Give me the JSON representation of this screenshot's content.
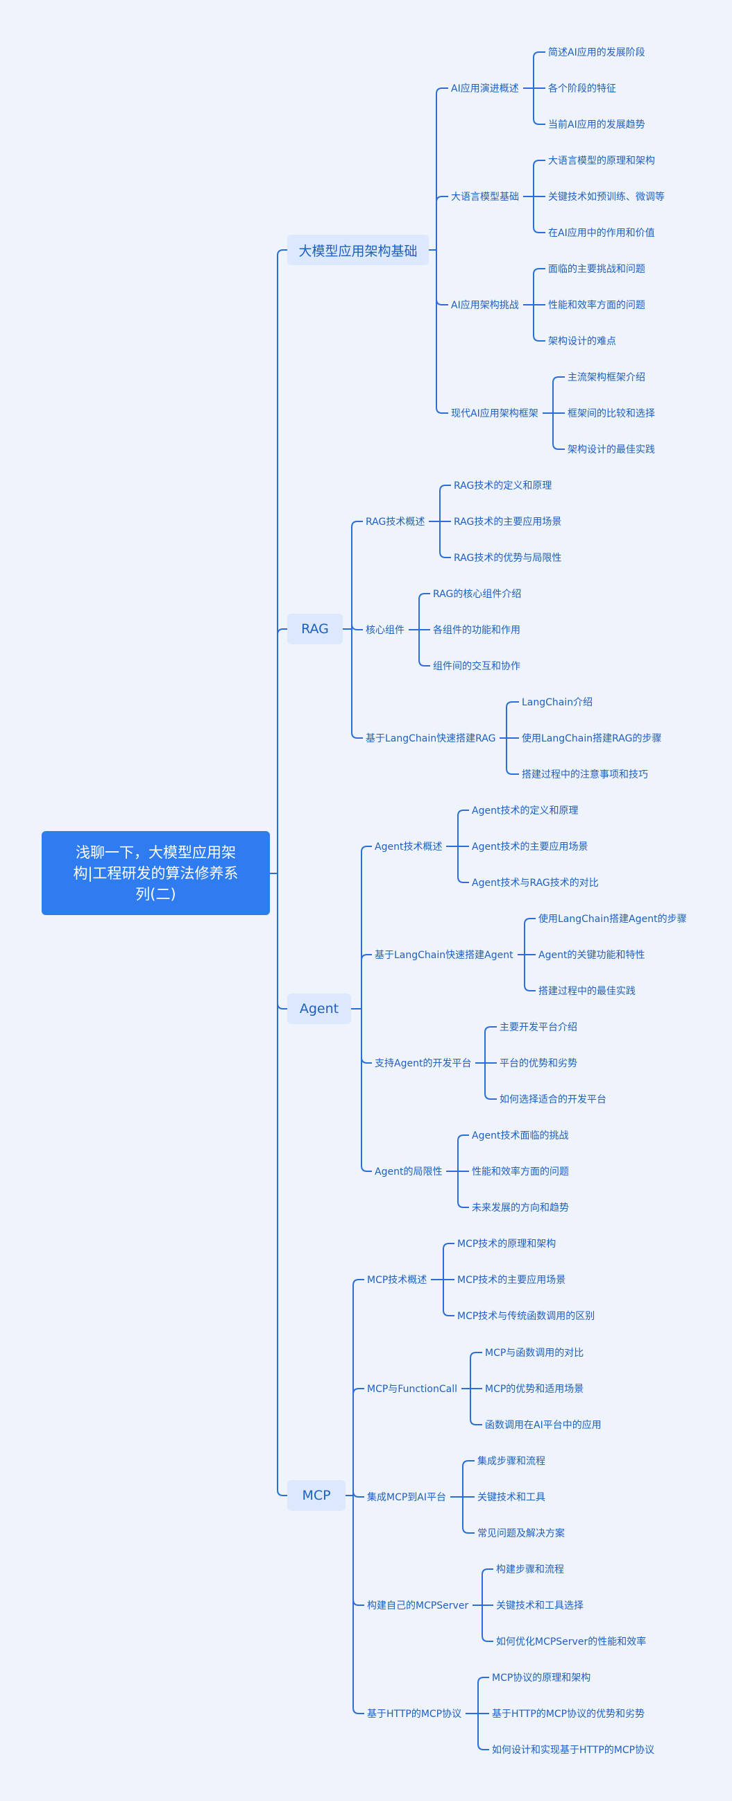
{
  "root": {
    "title_lines": [
      "浅聊一下，大模型应用架",
      "构|工程研发的算法修养系",
      "列(二)"
    ]
  },
  "branches": [
    {
      "label": "大模型应用架构基础",
      "children": [
        {
          "label": "AI应用演进概述",
          "children": [
            "简述AI应用的发展阶段",
            "各个阶段的特征",
            "当前AI应用的发展趋势"
          ]
        },
        {
          "label": "大语言模型基础",
          "children": [
            "大语言模型的原理和架构",
            "关键技术如预训练、微调等",
            "在AI应用中的作用和价值"
          ]
        },
        {
          "label": "AI应用架构挑战",
          "children": [
            "面临的主要挑战和问题",
            "性能和效率方面的问题",
            "架构设计的难点"
          ]
        },
        {
          "label": "现代AI应用架构框架",
          "children": [
            "主流架构框架介绍",
            "框架间的比较和选择",
            "架构设计的最佳实践"
          ]
        }
      ]
    },
    {
      "label": "RAG",
      "children": [
        {
          "label": "RAG技术概述",
          "children": [
            "RAG技术的定义和原理",
            "RAG技术的主要应用场景",
            "RAG技术的优势与局限性"
          ]
        },
        {
          "label": "核心组件",
          "children": [
            "RAG的核心组件介绍",
            "各组件的功能和作用",
            "组件间的交互和协作"
          ]
        },
        {
          "label": "基于LangChain快速搭建RAG",
          "children": [
            "LangChain介绍",
            "使用LangChain搭建RAG的步骤",
            "搭建过程中的注意事项和技巧"
          ]
        }
      ]
    },
    {
      "label": "Agent",
      "children": [
        {
          "label": "Agent技术概述",
          "children": [
            "Agent技术的定义和原理",
            "Agent技术的主要应用场景",
            "Agent技术与RAG技术的对比"
          ]
        },
        {
          "label": "基于LangChain快速搭建Agent",
          "children": [
            "使用LangChain搭建Agent的步骤",
            "Agent的关键功能和特性",
            "搭建过程中的最佳实践"
          ]
        },
        {
          "label": "支持Agent的开发平台",
          "children": [
            "主要开发平台介绍",
            "平台的优势和劣势",
            "如何选择适合的开发平台"
          ]
        },
        {
          "label": "Agent的局限性",
          "children": [
            "Agent技术面临的挑战",
            "性能和效率方面的问题",
            "未来发展的方向和趋势"
          ]
        }
      ]
    },
    {
      "label": "MCP",
      "children": [
        {
          "label": "MCP技术概述",
          "children": [
            "MCP技术的原理和架构",
            "MCP技术的主要应用场景",
            "MCP技术与传统函数调用的区别"
          ]
        },
        {
          "label": "MCP与FunctionCall",
          "children": [
            "MCP与函数调用的对比",
            "MCP的优势和适用场景",
            "函数调用在AI平台中的应用"
          ]
        },
        {
          "label": "集成MCP到AI平台",
          "children": [
            "集成步骤和流程",
            "关键技术和工具",
            "常见问题及解决方案"
          ]
        },
        {
          "label": "构建自己的MCPServer",
          "children": [
            "构建步骤和流程",
            "关键技术和工具选择",
            "如何优化MCPServer的性能和效率"
          ]
        },
        {
          "label": "基于HTTP的MCP协议",
          "children": [
            "MCP协议的原理和架构",
            "基于HTTP的MCP协议的优势和劣势",
            "如何设计和实现基于HTTP的MCP协议"
          ]
        }
      ]
    }
  ]
}
